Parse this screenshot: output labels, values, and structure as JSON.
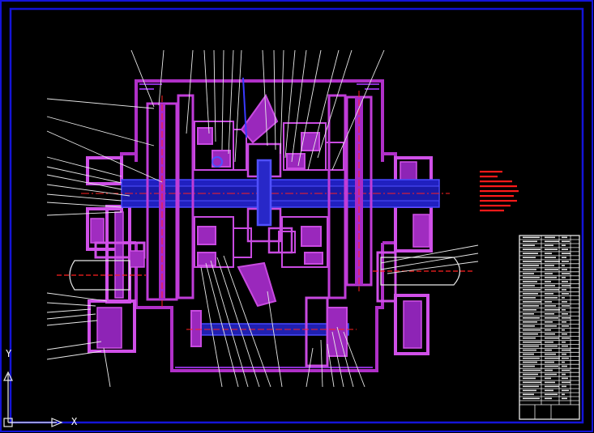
{
  "ucs": {
    "x_label": "X",
    "y_label": "Y"
  },
  "colors": {
    "background": "#000000",
    "frame": "#1414d8",
    "housing": "#b030c8",
    "housing_hatch": "#8a2fd0",
    "parts": "#c03cd8",
    "shaft_outline": "#3838ff",
    "centerline": "#ff2020",
    "leader": "#ffffff",
    "notes": "#ff1a1a",
    "title_block": "#e8e8e8"
  },
  "technical_notes_count": 9,
  "title_block_rows": 42
}
